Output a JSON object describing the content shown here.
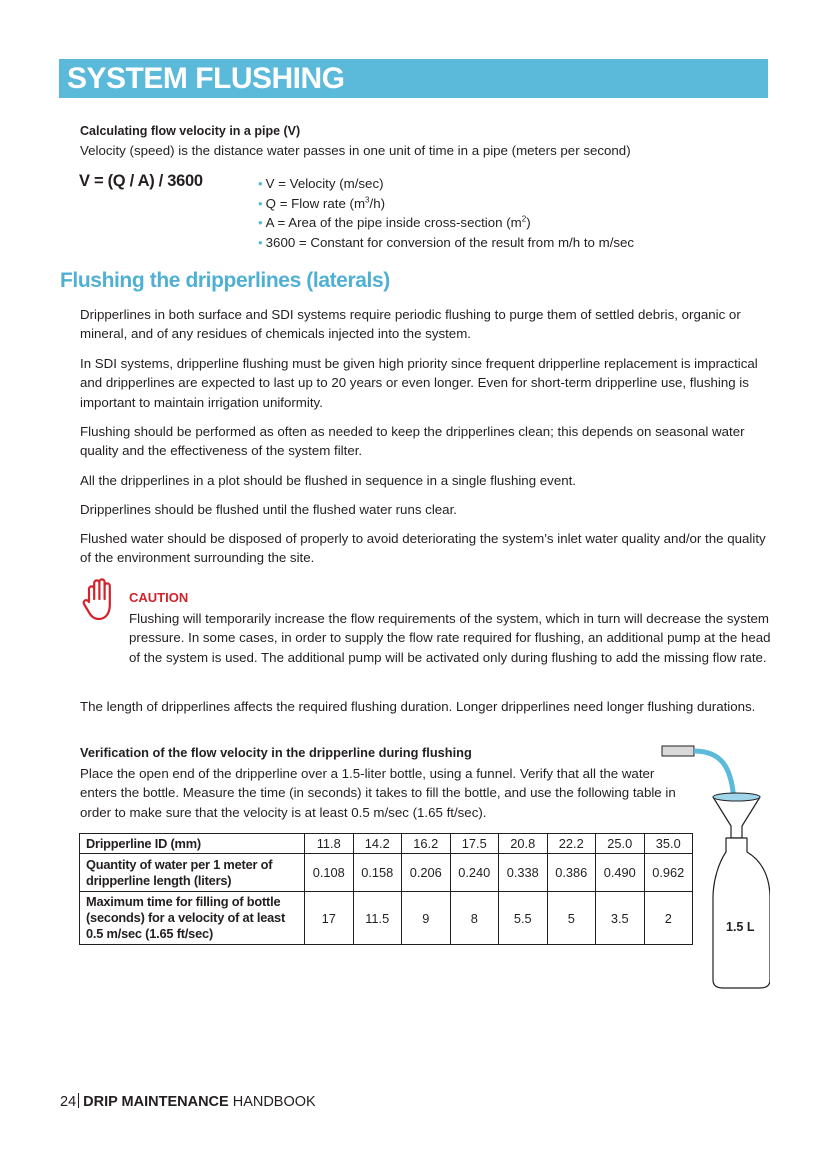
{
  "header": {
    "title": "SYSTEM FLUSHING",
    "banner_color": "#5bbad9"
  },
  "calc": {
    "heading": "Calculating flow velocity in a pipe (V)",
    "description": "Velocity (speed) is the distance water passes in one unit of time in a pipe (meters per second)",
    "formula": "V = (Q / A) / 3600",
    "definitions": {
      "v": "V = Velocity (m/sec)",
      "q_pre": "Q = Flow rate (m",
      "q_sup": "3",
      "q_post": "/h)",
      "a_pre": "A = Area of the pipe inside cross-section (m",
      "a_sup": "2",
      "a_post": ")",
      "c": "3600 = Constant for conversion of the result from m/h to m/sec"
    }
  },
  "section": {
    "title": "Flushing the dripperlines (laterals)",
    "paragraphs": [
      "Dripperlines in both surface and SDI systems require periodic flushing to purge them of settled debris, organic or mineral, and of any residues of chemicals injected into the system.",
      "In SDI systems, dripperline flushing must be given high priority since frequent dripperline replacement is impractical and dripperlines are expected to last up to 20 years or even longer. Even for short-term dripperline use, flushing is important to maintain irrigation uniformity.",
      "Flushing should be performed as often as needed to keep the dripperlines clean; this depends on seasonal water quality and the effectiveness of the system filter.",
      "All the dripperlines in a plot should be flushed in sequence in a single flushing event.",
      "Dripperlines should be flushed until the flushed water runs clear.",
      "Flushed water should be disposed of properly to avoid deteriorating the system’s inlet water quality and/or the quality of the environment surrounding the site."
    ],
    "caution": {
      "title": "CAUTION",
      "text": "Flushing will temporarily increase the flow requirements of the system, which in turn will decrease the system pressure. In some cases, in order to supply the flow rate required for flushing, an additional pump at the head of the system is used. The additional pump will be activated only during flushing to add the missing flow rate.",
      "color": "#d2232a"
    },
    "length_note": "The length of dripperlines affects the required flushing duration. Longer dripperlines need longer flushing durations."
  },
  "verification": {
    "heading": "Verification of the flow velocity in the dripperline during flushing",
    "text": "Place the open end of the dripperline over a 1.5-liter bottle, using a funnel. Verify that all the water enters the bottle. Measure the time (in seconds) it takes to fill the bottle, and use the following table in order to make sure that the velocity is at least 0.5 m/sec (1.65 ft/sec).",
    "bottle_label": "1.5 L"
  },
  "table": {
    "rows": [
      {
        "label": "Dripperline ID (mm)",
        "values": [
          "11.8",
          "14.2",
          "16.2",
          "17.5",
          "20.8",
          "22.2",
          "25.0",
          "35.0"
        ]
      },
      {
        "label": "Quantity of water per 1 meter of dripperline length (liters)",
        "values": [
          "0.108",
          "0.158",
          "0.206",
          "0.240",
          "0.338",
          "0.386",
          "0.490",
          "0.962"
        ]
      },
      {
        "label": "Maximum time for filling of bottle (seconds) for a velocity of at least 0.5 m/sec (1.65 ft/sec)",
        "values": [
          "17",
          "11.5",
          "9",
          "8",
          "5.5",
          "5",
          "3.5",
          "2"
        ]
      }
    ]
  },
  "footer": {
    "page": "24",
    "brand_bold": "DRIP MAINTENANCE",
    "brand_rest": "HANDBOOK"
  }
}
